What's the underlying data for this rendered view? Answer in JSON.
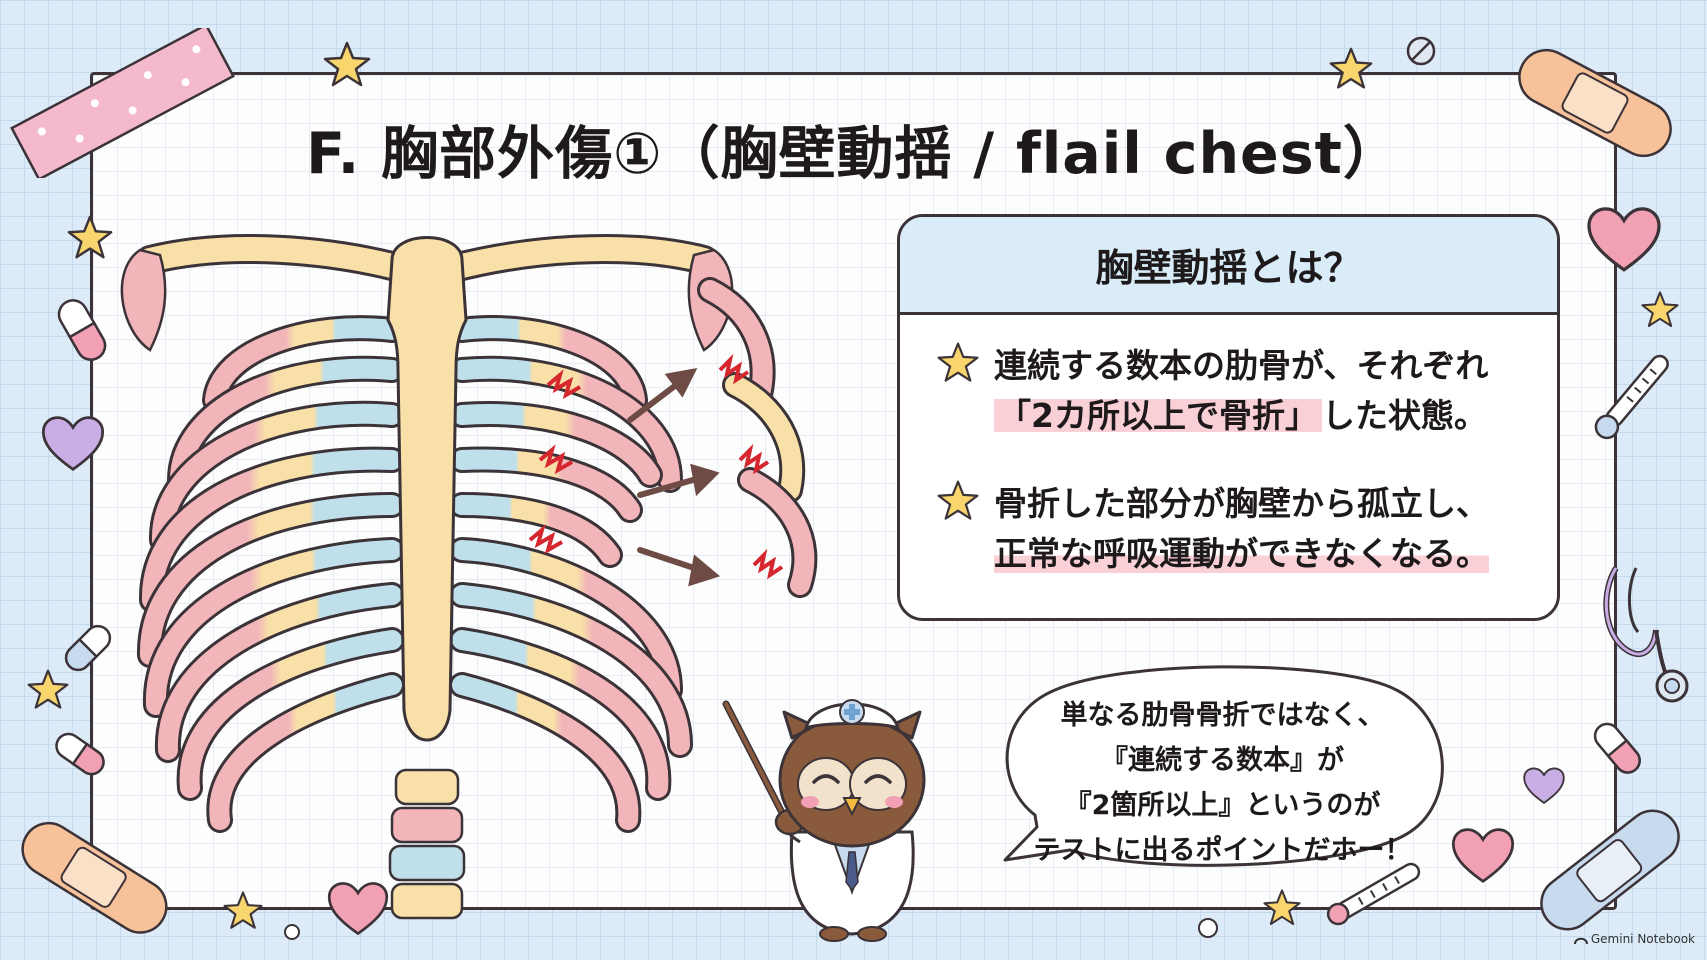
{
  "title": "F. 胸部外傷①（胸壁動揺 / flail chest）",
  "info_box": {
    "heading": "胸壁動揺とは？",
    "point1": {
      "line1": "連続する数本の肋骨が、それぞれ",
      "highlight": "「2カ所以上で骨折」",
      "line2_rest": "した状態。"
    },
    "point2": {
      "line1": "骨折した部分が胸壁から孤立し、",
      "line2": "正常な呼吸運動ができなくなる。"
    }
  },
  "speech_bubble": {
    "line1": "単なる肋骨骨折ではなく、",
    "line2": "『連続する数本』が",
    "line3": "『2箇所以上』というのが",
    "line4": "テストに出るポイントだホー！"
  },
  "credit": "Gemini Notebook",
  "colors": {
    "rib_pink": "#f2b6ba",
    "rib_yellow": "#f8e0a8",
    "rib_blue": "#bfe0ea",
    "fracture_red": "#d6262e",
    "highlight_pink": "#f9d0d6",
    "header_blue": "#d9ecf8",
    "star_yellow": "#f8d66d"
  },
  "icons": [
    "star-icon",
    "heart-icon",
    "pill-icon",
    "bandage-icon",
    "thermometer-icon",
    "stethoscope-icon",
    "owl-doctor-icon",
    "washi-tape-icon"
  ]
}
